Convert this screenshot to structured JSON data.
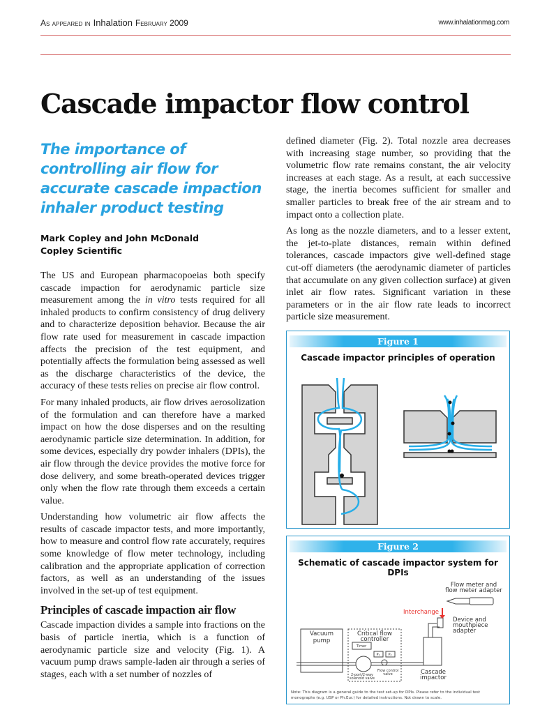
{
  "header": {
    "as_appeared": "As appeared in",
    "magazine": "Inhalation",
    "issue": "February 2009",
    "website": "www.inhalationmag.com"
  },
  "title": "Cascade impactor flow control",
  "subtitle": "The importance of controlling air flow for accurate cascade impaction inhaler product testing",
  "authors": [
    "Mark Copley and John McDonald",
    "Copley Scientific"
  ],
  "left": {
    "p1a": "The US and European pharmacopoeias both specify cascade impaction for aerodynamic particle size measurement among the ",
    "p1i": "in vitro",
    "p1b": " tests required for all inhaled products to confirm consistency of drug delivery and to characterize deposition behavior. Because the air flow rate used for measurement in cascade impaction affects the precision of the test equipment, and potentially affects the formulation being assessed as well as the discharge characteristics of the device, the accuracy of these tests relies on precise air flow control.",
    "p2": "For many inhaled products, air flow drives aerosolization of the formulation and can therefore have a marked impact on how the dose disperses and on the resulting aerodynamic particle size determination. In addition, for some devices, especially dry powder inhalers (DPIs), the air flow through the device provides the motive force for dose delivery, and some breath-operated devices trigger only when the flow rate through them exceeds a certain value.",
    "p3": "Understanding how volumetric air flow affects the results of cascade impactor tests, and more importantly, how to measure and control flow rate accurately, requires some knowledge of flow meter technology, including calibration and the appropriate application of correction factors, as well as an understanding of the issues involved in the set-up of test equipment.",
    "heading": "Principles of cascade impaction air flow",
    "p4": "Cascade impaction divides a sample into fractions on the basis of particle inertia, which is a function of aerodynamic particle size and velocity (Fig. 1). A vacuum pump draws sample-laden air through a series of stages, each with a set number of nozzles of"
  },
  "right": {
    "p1": "defined diameter (Fig. 2). Total nozzle area decreases with increasing stage number, so providing that the volumetric flow rate remains constant, the air velocity increases at each stage. As a result, at each successive stage, the inertia becomes sufficient for smaller and smaller particles to break free of the air stream and to impact onto a collection plate.",
    "p2": "As long as the nozzle diameters, and to a lesser extent, the jet-to-plate distances, remain within defined tolerances, cascade impactors give well-defined stage cut-off diameters (the aerodynamic diameter of particles that accumulate on any given collection surface) at given inlet air flow rates. Significant variation in these parameters or in the air flow rate leads to incorrect particle size measurement."
  },
  "figure1": {
    "label": "Figure 1",
    "title": "Cascade impactor principles of operation"
  },
  "figure2": {
    "label": "Figure 2",
    "title": "Schematic of cascade impactor system for DPIs",
    "flow_meter": [
      "Flow meter and",
      "flow meter adapter"
    ],
    "interchange": "Interchange",
    "device": [
      "Device and",
      "mouthpiece",
      "adapter"
    ],
    "vacuum": [
      "Vacuum",
      "pump"
    ],
    "controller": [
      "Critical flow",
      "controller"
    ],
    "timer": "Timer",
    "p1": "P₁",
    "p2": "P₂",
    "valve": [
      "2-port/2-way",
      "solenoid valve"
    ],
    "flow_valve": [
      "Flow control",
      "valve"
    ],
    "impactor": [
      "Cascade",
      "impactor"
    ],
    "note": "Note: This diagram is a general guide to the test set-up for DPIs. Please refer to the individual test monographs (e.g. USP or Ph.Eur.) for detailed instructions. Not drawn to scale."
  },
  "colors": {
    "accent": "#2aa3e0",
    "rule": "#d66a6a",
    "interchange": "#e8332f"
  }
}
